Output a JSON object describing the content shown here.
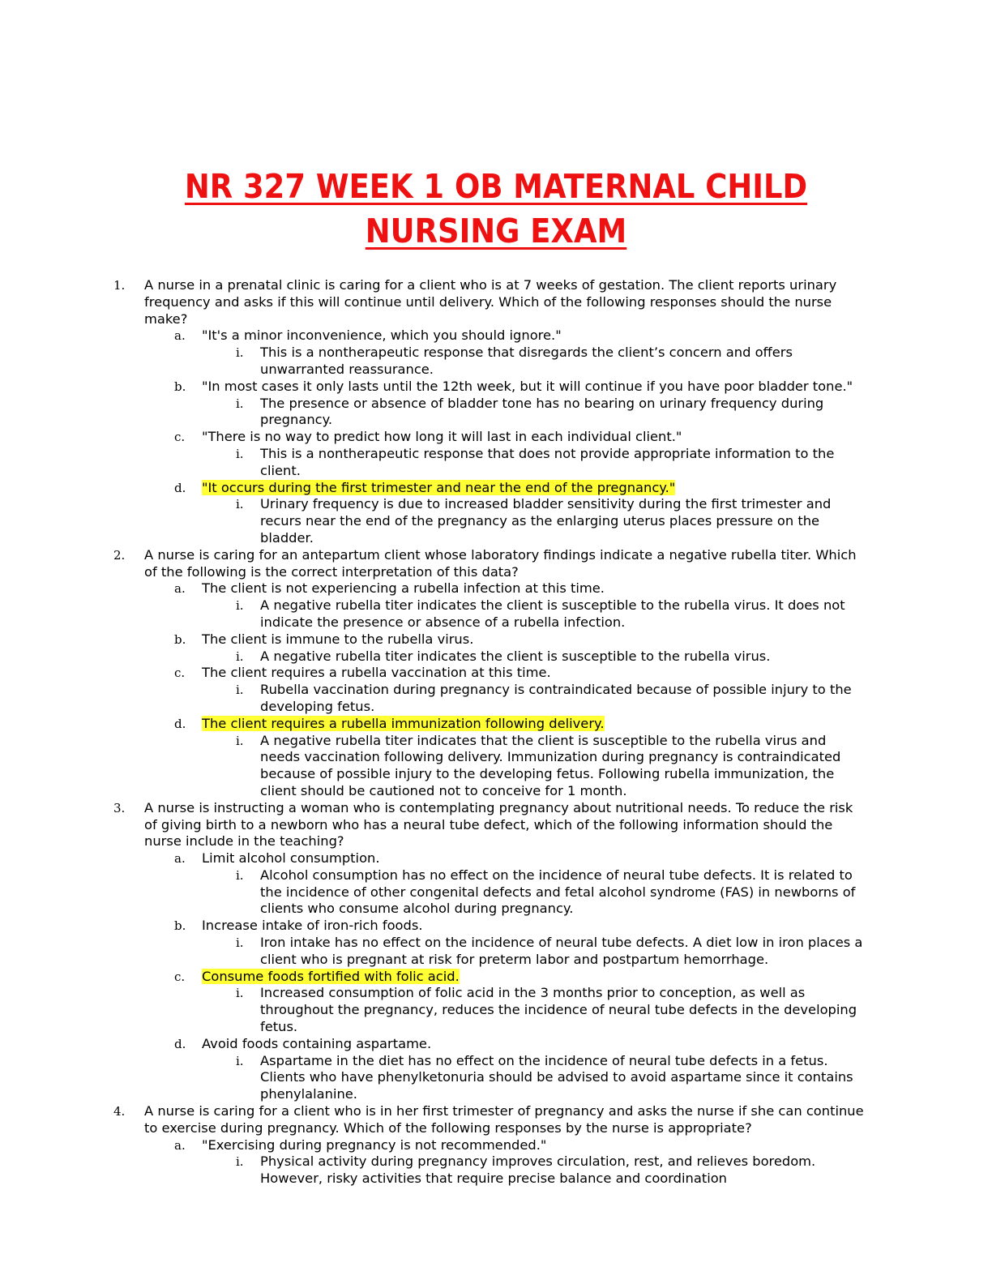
{
  "document": {
    "title_line1": "NR 327 WEEK 1 OB MATERNAL CHILD",
    "title_line2": "NURSING EXAM",
    "highlight_color": "#ffff33",
    "title_color": "#ee1111"
  },
  "questions": [
    {
      "number": "1.",
      "stem": "A nurse in a prenatal clinic is caring for a client who is at 7 weeks of gestation. The client reports urinary frequency and asks if this will continue until delivery. Which of the following responses should the nurse make?",
      "options": [
        {
          "letter": "a.",
          "text": "\"It's a minor inconvenience, which you should ignore.\"",
          "rationale_num": "i.",
          "rationale": "This is a nontherapeutic response that disregards the client’s concern and offers unwarranted reassurance."
        },
        {
          "letter": "b.",
          "text": "\"In most cases it only lasts until the 12th week, but it will continue if you have poor bladder tone.\"",
          "rationale_num": "i.",
          "rationale": "The presence or absence of bladder tone has no bearing on urinary frequency during pregnancy."
        },
        {
          "letter": "c.",
          "text": "\"There is no way to predict how long it will last in each individual client.\"",
          "rationale_num": "i.",
          "rationale": "This is a nontherapeutic response that does not provide appropriate information to the client."
        },
        {
          "letter": "d.",
          "text": "\"It occurs during the first trimester and near the end of the pregnancy.\"",
          "rationale_num": "i.",
          "rationale": "Urinary frequency is due to increased bladder sensitivity during the first trimester and recurs near the end of the pregnancy as the enlarging uterus places pressure on the bladder."
        }
      ]
    },
    {
      "number": "2.",
      "stem": "A nurse is caring for an antepartum client whose laboratory findings indicate a negative rubella titer. Which of the following is the correct interpretation of this data?",
      "options": [
        {
          "letter": "a.",
          "text": "The client is not experiencing a rubella infection at this time.",
          "rationale_num": "i.",
          "rationale": "A negative rubella titer indicates the client is susceptible to the rubella virus. It does not indicate the presence or absence of a rubella infection."
        },
        {
          "letter": "b.",
          "text": "The client is immune to the rubella virus.",
          "rationale_num": "i.",
          "rationale": "A negative rubella titer indicates the client is susceptible to the rubella virus."
        },
        {
          "letter": "c.",
          "text": "The client requires a rubella vaccination at this time.",
          "rationale_num": "i.",
          "rationale": "Rubella vaccination during pregnancy is contraindicated because of possible injury to the developing fetus."
        },
        {
          "letter": "d.",
          "text": "The client requires a rubella immunization following delivery.",
          "rationale_num": "i.",
          "rationale": "A negative rubella titer indicates that the client is susceptible to the rubella virus and needs vaccination following delivery. Immunization during pregnancy is contraindicated because of possible injury to the developing fetus. Following rubella immunization, the client should be cautioned not to conceive for 1 month."
        }
      ]
    },
    {
      "number": "3.",
      "stem": "A nurse is instructing a woman who is contemplating pregnancy about nutritional needs. To reduce the risk of giving birth to a newborn who has a neural tube defect, which of the following information should the nurse include in the teaching?",
      "options": [
        {
          "letter": "a.",
          "text": "Limit alcohol consumption.",
          "rationale_num": "i.",
          "rationale": "Alcohol consumption has no effect on the incidence of neural tube defects. It is related to the incidence of other congenital defects and fetal alcohol syndrome (FAS) in newborns of clients who consume alcohol during pregnancy."
        },
        {
          "letter": "b.",
          "text": "Increase intake of iron-rich foods.",
          "rationale_num": "i.",
          "rationale": "Iron intake has no effect on the incidence of neural tube defects. A diet low in iron places a client who is pregnant at risk for preterm labor and postpartum hemorrhage."
        },
        {
          "letter": "c.",
          "text": "Consume foods fortified with folic acid.",
          "rationale_num": "i.",
          "rationale": "Increased consumption of folic acid in the 3 months prior to conception, as well as throughout the pregnancy, reduces the incidence of neural tube defects in the developing fetus."
        },
        {
          "letter": "d.",
          "text": "Avoid foods containing aspartame.",
          "rationale_num": "i.",
          "rationale": "Aspartame in the diet has no effect on the incidence of neural tube defects in a fetus. Clients who have phenylketonuria should be advised to avoid aspartame since it contains phenylalanine."
        }
      ]
    },
    {
      "number": "4.",
      "stem": "A nurse is caring for a client who is in her first trimester of pregnancy and asks the nurse if she can continue to exercise during pregnancy. Which of the following responses by the nurse is appropriate?",
      "options": [
        {
          "letter": "a.",
          "text": "\"Exercising during pregnancy is not recommended.\"",
          "rationale_num": "i.",
          "rationale": "Physical activity during pregnancy improves circulation, rest, and relieves boredom. However, risky activities that require precise balance and coordination"
        }
      ]
    }
  ]
}
